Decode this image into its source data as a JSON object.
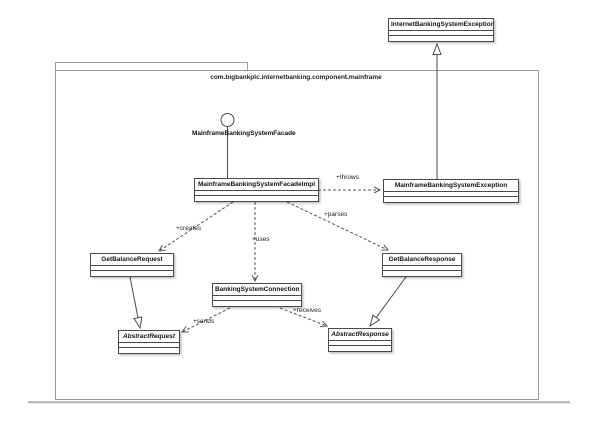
{
  "package": {
    "label": "com.bigbankplc.internetbanking.component.mainframe"
  },
  "interface_lollipop": {
    "label": "MainframeBankingSystemFacade"
  },
  "classes": {
    "internet_exception": {
      "name": "InternetBankingSystemException"
    },
    "facade_impl": {
      "name": "MainframeBankingSystemFacadeImpl"
    },
    "mainframe_exception": {
      "name": "MainframeBankingSystemException"
    },
    "get_balance_request": {
      "name": "GetBalanceRequest"
    },
    "get_balance_response": {
      "name": "GetBalanceResponse"
    },
    "banking_system_connection": {
      "name": "BankingSystemConnection"
    },
    "abstract_request": {
      "name": "AbstractRequest"
    },
    "abstract_response": {
      "name": "AbstractResponse"
    }
  },
  "relationships": {
    "throws": "+throws",
    "creates": "+creates",
    "uses": "+uses",
    "parses": "+parses",
    "sends": "+sends",
    "receives": "+receives"
  },
  "colors": {
    "class_border": "#4a4a4a",
    "package_border": "#9a9a9a",
    "background": "#ffffff"
  }
}
